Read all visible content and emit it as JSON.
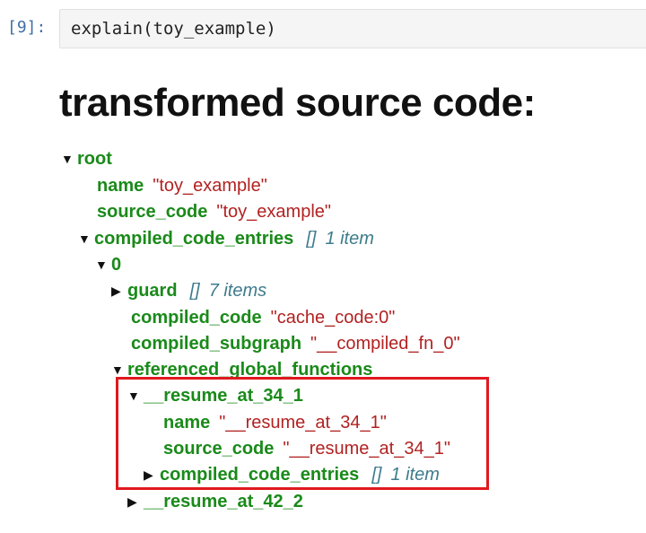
{
  "cell": {
    "prompt": "[9]:",
    "code": "explain(toy_example)"
  },
  "heading": "transformed source code:",
  "tree": {
    "root_label": "root",
    "name_key": "name",
    "name_value": "\"toy_example\"",
    "source_code_key": "source_code",
    "source_code_value": "\"toy_example\"",
    "entries_key": "compiled_code_entries",
    "entries_bracket": "[]",
    "entries_count": "1 item",
    "entry0_key": "0",
    "guard_key": "guard",
    "guard_bracket": "[]",
    "guard_count": "7 items",
    "compiled_code_key": "compiled_code",
    "compiled_code_value": "\"cache_code:0\"",
    "compiled_subgraph_key": "compiled_subgraph",
    "compiled_subgraph_value": "\"__compiled_fn_0\"",
    "ref_globals_key": "referenced_global_functions",
    "resume1_key": "__resume_at_34_1",
    "resume1_name_key": "name",
    "resume1_name_value": "\"__resume_at_34_1\"",
    "resume1_source_key": "source_code",
    "resume1_source_value": "\"__resume_at_34_1\"",
    "resume1_entries_key": "compiled_code_entries",
    "resume1_entries_bracket": "[]",
    "resume1_entries_count": "1 item",
    "resume2_key": "__resume_at_42_2"
  },
  "toggles": {
    "expanded": "▼",
    "collapsed": "▶"
  },
  "colors": {
    "key": "#1a8a1a",
    "value": "#b22222",
    "meta": "#3d7b8c",
    "highlight": "#e0191f",
    "prompt": "#3f6fa6"
  }
}
